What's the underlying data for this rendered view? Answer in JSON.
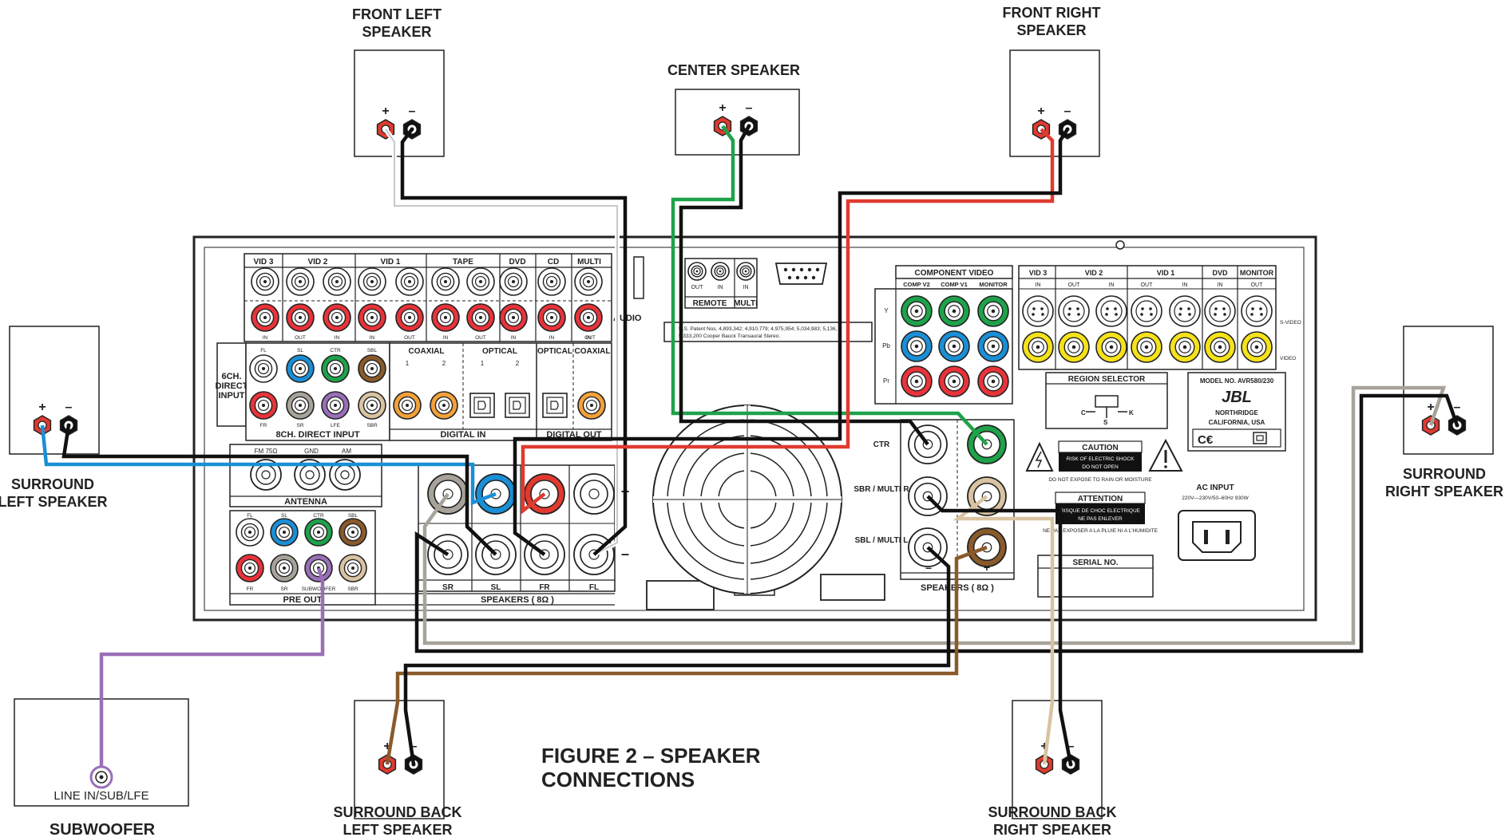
{
  "figure_title_line1": "FIGURE 2 – SPEAKER",
  "figure_title_line2": "CONNECTIONS",
  "speakers": {
    "front_left": [
      "FRONT LEFT",
      "SPEAKER"
    ],
    "center": [
      "CENTER SPEAKER"
    ],
    "front_right": [
      "FRONT RIGHT",
      "SPEAKER"
    ],
    "surround_left": [
      "SURROUND",
      "LEFT SPEAKER"
    ],
    "surround_right": [
      "SURROUND",
      "RIGHT SPEAKER"
    ],
    "surround_back_left": [
      "SURROUND BACK",
      "LEFT SPEAKER"
    ],
    "surround_back_right": [
      "SURROUND BACK",
      "RIGHT SPEAKER"
    ],
    "subwoofer": "SUBWOOFER",
    "subwoofer_input": "LINE IN/SUB/LFE",
    "plus": "+",
    "minus": "–"
  },
  "receiver": {
    "top_jack_headers": [
      "VID 3",
      "VID 2",
      "VID 1",
      "TAPE",
      "DVD",
      "CD",
      "MULTI"
    ],
    "top_sub_labels": [
      "IN",
      "OUT",
      "IN",
      "IN",
      "OUT",
      "IN",
      "OUT",
      "IN",
      "IN",
      "IN",
      "OUT"
    ],
    "audio_label": "AUDIO",
    "direct_input_side": [
      "6CH.",
      "DIRECT",
      "INPUT"
    ],
    "direct_input_caption": "8CH. DIRECT INPUT",
    "direct_labels_top": [
      "FL",
      "SL",
      "CTR",
      "SBL"
    ],
    "direct_labels_bottom": [
      "FR",
      "SR",
      "LFE",
      "SBR"
    ],
    "digital_in_heads": [
      "COAXIAL",
      "OPTICAL"
    ],
    "digital_in_nums": [
      "1",
      "2",
      "1",
      "2"
    ],
    "digital_in_caption": "DIGITAL IN",
    "digital_out_heads": [
      "OPTICAL",
      "COAXIAL"
    ],
    "digital_out_caption": "DIGITAL OUT",
    "remote_labels": [
      "OUT",
      "IN",
      "IN"
    ],
    "remote_caption": "REMOTE",
    "multi_caption": "MULTI",
    "patent_line1": "U.S. Patent Nos. 4,893,342; 4,910,779; 4,975,954; 5,034,983; 5,136,",
    "patent_line2": "5,333,200  Cooper Bauck Transaural Stereo.",
    "antenna_labels": [
      "FM 75Ω",
      "GND",
      "AM"
    ],
    "antenna_caption": "ANTENNA",
    "preout_labels_top": [
      "FL",
      "SL",
      "CTR",
      "SBL"
    ],
    "preout_labels_bottom": [
      "FR",
      "SR",
      "SUBWOOFER",
      "SBR"
    ],
    "preout_caption": "PRE OUT",
    "speaker_term_labels": [
      "SR",
      "SL",
      "FR",
      "FL"
    ],
    "speakers_caption": "SPEAKERS ( 8Ω )",
    "component_video_caption": "COMPONENT VIDEO",
    "component_heads": [
      "COMP V2",
      "COMP V1",
      "MONITOR"
    ],
    "component_rows": [
      "Y",
      "Pb",
      "Pr"
    ],
    "svideo_heads": [
      "VID 3",
      "VID 2",
      "VID 1",
      "DVD",
      "MONITOR"
    ],
    "svideo_sub": [
      "IN",
      "OUT",
      "IN",
      "OUT",
      "IN",
      "IN",
      "OUT"
    ],
    "svideo_label": "S-VIDEO",
    "video_label": "VIDEO",
    "region_caption": "REGION SELECTOR",
    "model_lines": [
      "MODEL NO. AVR580/230",
      "JBL",
      "NORTHRIDGE",
      "CALIFORNIA,  USA"
    ],
    "caution_title": "CAUTION",
    "caution_lines": [
      "RISK OF ELECTRIC SHOCK",
      "DO NOT OPEN"
    ],
    "caution_note": "DO NOT EXPOSE TO RAIN OR MOISTURE",
    "attention_title": "ATTENTION",
    "attention_lines": [
      "RISQUE DE CHOC ELECTRIQUE",
      "NE PAS ENLEVER"
    ],
    "attention_note": "NE PAS EXPOSER A LA PLUIE NI A L'HUMIDITE",
    "speaker_right_labels": [
      "CTR",
      "SBR / MULTI R",
      "SBL / MULTI L"
    ],
    "speakers_right_caption": "SPEAKERS ( 8Ω )",
    "serial_caption": "SERIAL NO.",
    "ac_input": "AC INPUT",
    "ac_spec": "220V—230V/50–60Hz  930W"
  },
  "wire_colors": {
    "front_left": "#222222",
    "center": "#1ea24a",
    "front_right": "#e03a2f",
    "surround_left": "#1a8fd6",
    "surround_right": "#a8a39a",
    "surround_back_left": "#8a5a2b",
    "surround_back_right": "#d9c3a1",
    "subwoofer": "#9a6fb8",
    "negative": "#111111"
  }
}
